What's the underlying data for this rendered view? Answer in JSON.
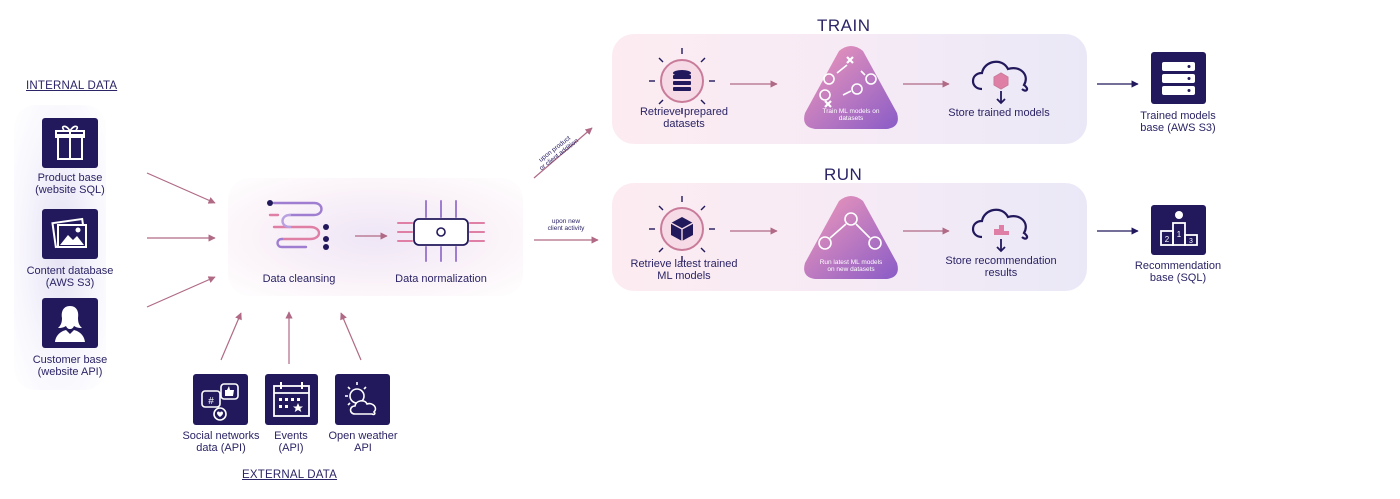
{
  "internal": {
    "heading": "INTERNAL DATA",
    "items": [
      {
        "label": "Product base\n(website SQL)",
        "icon": "gift-icon"
      },
      {
        "label": "Content database\n(AWS S3)",
        "icon": "image-icon"
      },
      {
        "label": "Customer base\n(website API)",
        "icon": "person-icon"
      }
    ]
  },
  "external": {
    "heading": "EXTERNAL DATA",
    "items": [
      {
        "label": "Social networks\ndata (API)",
        "icon": "social-icon"
      },
      {
        "label": "Events\n(API)",
        "icon": "calendar-icon"
      },
      {
        "label": "Open weather\nAPI",
        "icon": "weather-icon"
      }
    ]
  },
  "prep": {
    "cleansing": "Data cleansing",
    "normalization": "Data normalization"
  },
  "notes": {
    "upon_product": "upon product\nor client addition",
    "upon_activity": "upon new\nclient activity"
  },
  "train": {
    "title": "TRAIN",
    "retrieve": "Retrieve prepared\ndatasets",
    "core": "Train ML models on\ndatasets",
    "store": "Store trained models",
    "base": "Trained models\nbase (AWS S3)"
  },
  "run": {
    "title": "RUN",
    "retrieve": "Retrieve latest trained\nML models",
    "core": "Run latest ML models\non new datasets",
    "store": "Store recommendation\nresults",
    "base": "Recommendation\nbase (SQL)"
  },
  "colors": {
    "navy": "#22195c",
    "arrow": "#b06a85",
    "pink": "#e07fa6",
    "purple": "#8a5cc7"
  }
}
